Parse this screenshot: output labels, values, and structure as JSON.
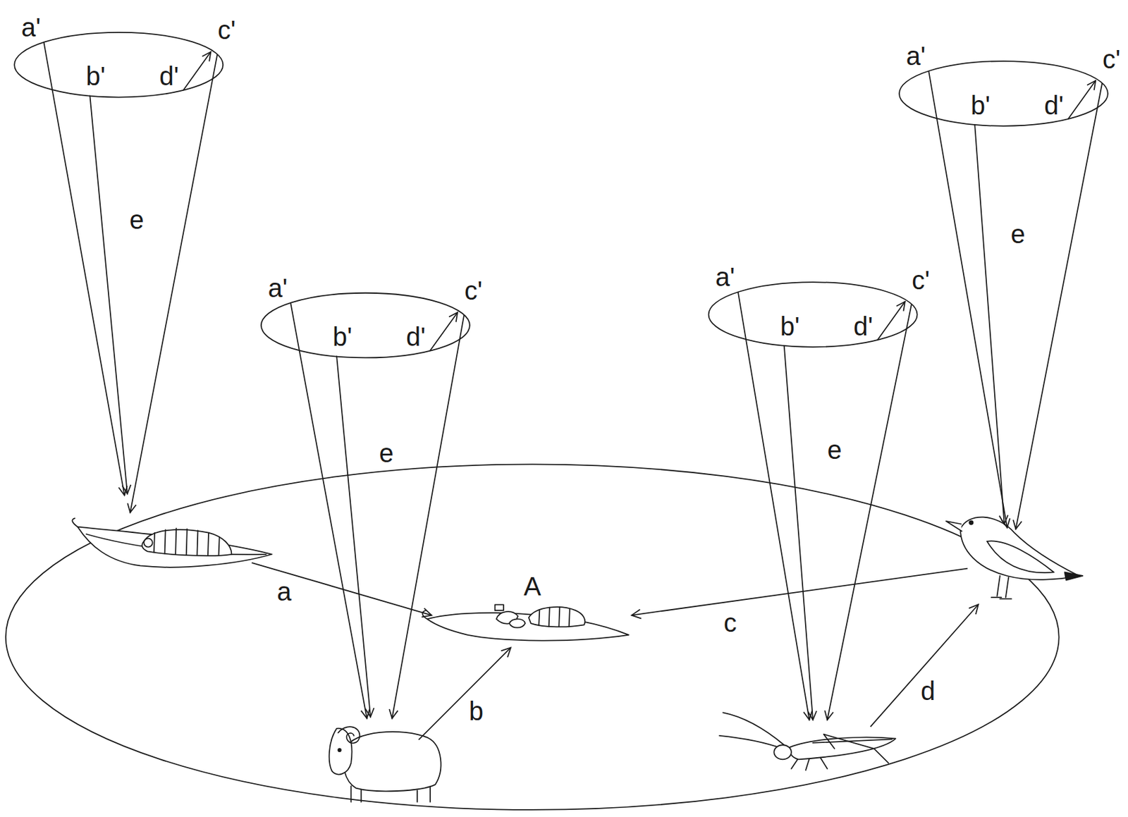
{
  "diagram": {
    "nodes": [
      {
        "text": [
          "a'",
          "b'",
          "d'",
          "c'",
          "e"
        ]
      },
      {
        "text": [
          "a'",
          "b'",
          "d'",
          "c'",
          "e"
        ]
      },
      {
        "text": [
          "A"
        ]
      },
      {
        "text": [
          "a'",
          "b'",
          "d'",
          "c'",
          "e"
        ]
      },
      {
        "text": [
          "a'",
          "b'",
          "d'",
          "c'",
          "e"
        ]
      }
    ],
    "edges": [
      {
        "from": 0,
        "to": 2,
        "arrow": "to",
        "label": "a"
      },
      {
        "from": 1,
        "to": 2,
        "arrow": "to",
        "label": "b"
      },
      {
        "from": 4,
        "to": 2,
        "arrow": "to",
        "label": "c"
      },
      {
        "from": 3,
        "to": 4,
        "arrow": "to",
        "label": "d"
      }
    ]
  }
}
